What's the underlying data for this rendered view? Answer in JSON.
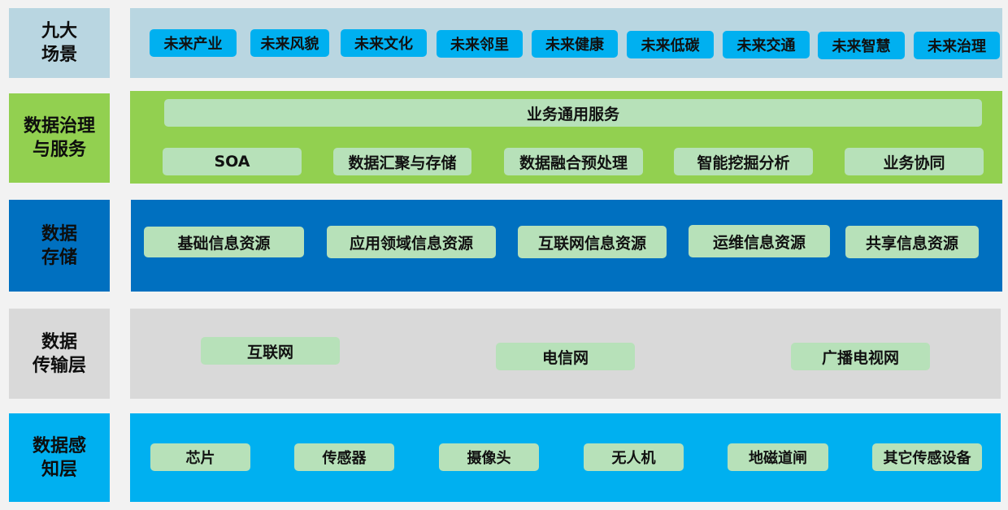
{
  "layers": [
    {
      "id": "scenes",
      "label": "九大\n场景",
      "label_bg": "#b9d6e1",
      "panel_bg": "#b9d6e1",
      "chip_style": "blue",
      "items": [
        "未来产业",
        "未来风貌",
        "未来文化",
        "未来邻里",
        "未来健康",
        "未来低碳",
        "未来交通",
        "未来智慧",
        "未来治理"
      ]
    },
    {
      "id": "governance",
      "label": "数据治理\n与服务",
      "label_bg": "#92d050",
      "panel_bg": "#92d050",
      "chip_style": "green",
      "banner": "业务通用服务",
      "items": [
        "SOA",
        "数据汇聚与存储",
        "数据融合预处理",
        "智能挖掘分析",
        "业务协同"
      ]
    },
    {
      "id": "storage",
      "label": "数据\n存储",
      "label_bg": "#0070c0",
      "panel_bg": "#0070c0",
      "chip_style": "green",
      "items": [
        "基础信息资源",
        "应用领域信息资源",
        "互联网信息资源",
        "运维信息资源",
        "共享信息资源"
      ]
    },
    {
      "id": "transport",
      "label": "数据\n传输层",
      "label_bg": "#d9d9d9",
      "panel_bg": "#d9d9d9",
      "chip_style": "green",
      "items": [
        "互联网",
        "电信网",
        "广播电视网"
      ]
    },
    {
      "id": "sensing",
      "label": "数据感\n知层",
      "label_bg": "#00b0f0",
      "panel_bg": "#00b0f0",
      "chip_style": "green",
      "items": [
        "芯片",
        "传感器",
        "摄像头",
        "无人机",
        "地磁道闸",
        "其它传感设备"
      ]
    }
  ]
}
